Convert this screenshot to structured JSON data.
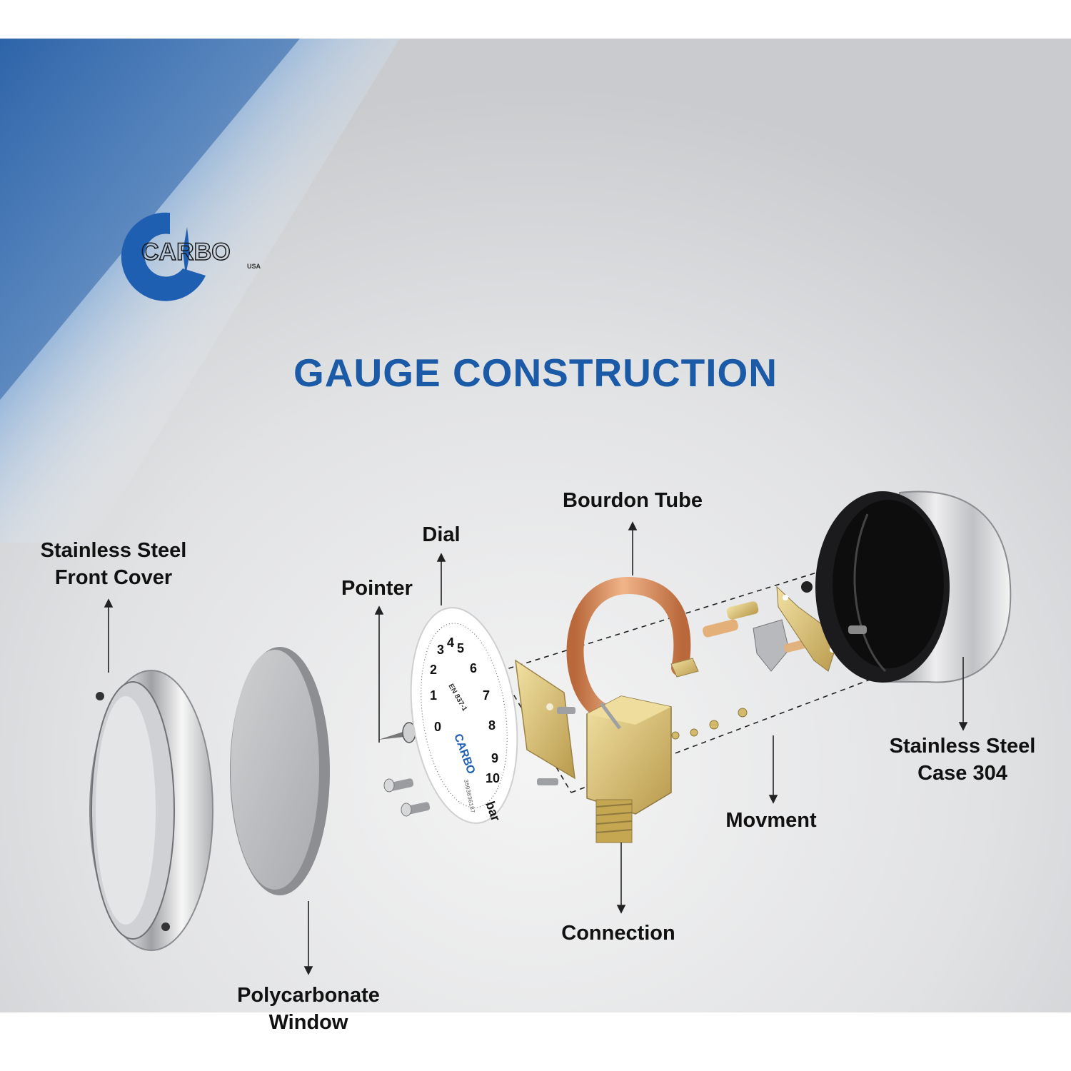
{
  "title": "GAUGE CONSTRUCTION",
  "logo": {
    "brand": "CARBO",
    "sub": "USA"
  },
  "colors": {
    "title_blue": "#1a5aa6",
    "logo_blue": "#1f5fb1",
    "copper": "#cf8552",
    "brass": "#d9c27a",
    "background_blue": "#3e73b3"
  },
  "labels": {
    "front_cover": [
      "Stainless Steel",
      "Front Cover"
    ],
    "window": [
      "Polycarbonate",
      "Window"
    ],
    "pointer": "Pointer",
    "dial": "Dial",
    "bourdon_tube": "Bourdon Tube",
    "connection": "Connection",
    "movement": "Movment",
    "case": [
      "Stainless Steel",
      "Case 304"
    ]
  },
  "dial": {
    "standard": "EN 837-1",
    "unit": "bar",
    "numbers": [
      "0",
      "1",
      "2",
      "3",
      "4",
      "5",
      "6",
      "7",
      "8",
      "9",
      "10"
    ],
    "brand": "CARBO",
    "serial": "3503836187"
  }
}
